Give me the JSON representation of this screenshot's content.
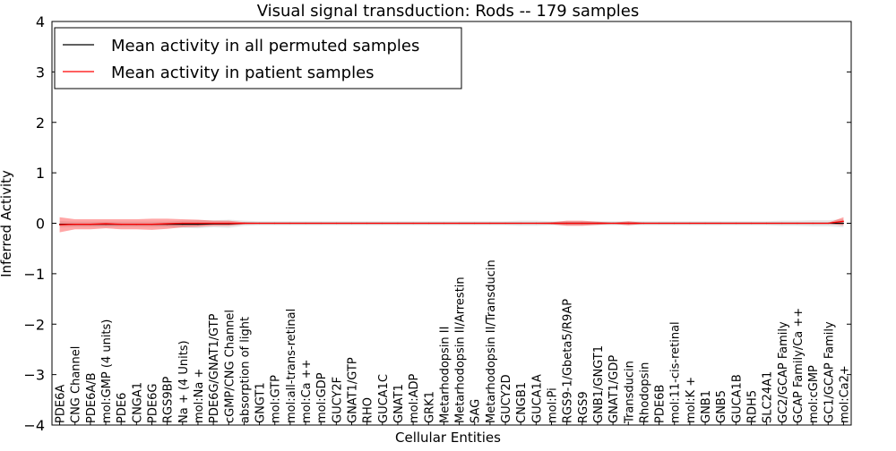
{
  "chart_data": {
    "type": "line",
    "title": "Visual signal transduction: Rods -- 179 samples",
    "xlabel": "Cellular Entities",
    "ylabel": "Inferred Activity",
    "ylim": [
      -4,
      4
    ],
    "yticks": [
      "−4",
      "−3",
      "−2",
      "−1",
      "0",
      "1",
      "2",
      "3",
      "4"
    ],
    "grid": false,
    "legend_position": "top-left",
    "categories": [
      "PDE6A",
      "CNG Channel",
      "PDE6A/B",
      "mol:GMP (4 units)",
      "PDE6",
      "CNGA1",
      "PDE6G",
      "RGS9BP",
      "Na + (4 Units)",
      "mol:Na +",
      "PDE6G/GNAT1/GTP",
      "cGMP/CNG Channel",
      "absorption of light",
      "GNGT1",
      "mol:GTP",
      "mol:all-trans-retinal",
      "mol:Ca ++",
      "mol:GDP",
      "GUCY2F",
      "GNAT1/GTP",
      "RHO",
      "GUCA1C",
      "GNAT1",
      "mol:ADP",
      "GRK1",
      "Metarhodopsin II",
      "Metarhodopsin II/Arrestin",
      "SAG",
      "Metarhodopsin II/Transducin",
      "GUCY2D",
      "CNGB1",
      "GUCA1A",
      "mol:Pi",
      "RGS9-1/Gbeta5/R9AP",
      "RGS9",
      "GNB1/GNGT1",
      "GNAT1/GDP",
      "Transducin",
      "Rhodopsin",
      "PDE6B",
      "mol:11-cis-retinal",
      "mol:K +",
      "GNB1",
      "GNB5",
      "GUCA1B",
      "RDH5",
      "SLC24A1",
      "GC2/GCAP Family",
      "GCAP Family/Ca ++",
      "mol:cGMP",
      "GC1/GCAP Family",
      "mol:Ca2+"
    ],
    "series": [
      {
        "name": "Mean activity in all permuted samples",
        "color": "#000000",
        "values": [
          -0.02,
          -0.02,
          -0.02,
          -0.02,
          -0.02,
          -0.02,
          -0.02,
          -0.02,
          -0.02,
          -0.02,
          -0.01,
          -0.01,
          0,
          0,
          0,
          0,
          0,
          0,
          0,
          0,
          0,
          0,
          0,
          0,
          0,
          0,
          0,
          0,
          0,
          0,
          0,
          0,
          0,
          0,
          0,
          0,
          0,
          0,
          0,
          0,
          0,
          0,
          0,
          0,
          0,
          0,
          0,
          0,
          0,
          0,
          0,
          0
        ],
        "spread": [
          0.06,
          0.05,
          0.05,
          0.05,
          0.05,
          0.05,
          0.05,
          0.05,
          0.07,
          0.08,
          0.07,
          0.08,
          0.05,
          0.04,
          0.04,
          0.04,
          0.04,
          0.04,
          0.04,
          0.04,
          0.04,
          0.04,
          0.04,
          0.04,
          0.04,
          0.04,
          0.04,
          0.04,
          0.04,
          0.04,
          0.05,
          0.05,
          0.04,
          0.04,
          0.04,
          0.04,
          0.04,
          0.04,
          0.04,
          0.04,
          0.04,
          0.04,
          0.04,
          0.04,
          0.04,
          0.04,
          0.04,
          0.05,
          0.05,
          0.06,
          0.06,
          0.08
        ]
      },
      {
        "name": "Mean activity in patient samples",
        "color": "#ff0000",
        "values": [
          -0.03,
          -0.02,
          -0.02,
          -0.01,
          -0.02,
          -0.02,
          -0.02,
          -0.01,
          0,
          0,
          0,
          0,
          0,
          0,
          0,
          0,
          0,
          0,
          0,
          0,
          0,
          0,
          0,
          0,
          0,
          0,
          0,
          0,
          0,
          0,
          0,
          0,
          0,
          0,
          0,
          0,
          0,
          0,
          0,
          0,
          0,
          0,
          0,
          0,
          0,
          0,
          0,
          0,
          0,
          0,
          0,
          0.04
        ],
        "spread": [
          0.15,
          0.1,
          0.1,
          0.09,
          0.1,
          0.1,
          0.11,
          0.1,
          0.08,
          0.07,
          0.05,
          0.05,
          0.02,
          0.01,
          0.01,
          0.01,
          0.01,
          0.01,
          0.01,
          0.01,
          0.01,
          0.01,
          0.01,
          0.01,
          0.01,
          0.01,
          0.01,
          0.01,
          0.01,
          0.01,
          0.01,
          0.01,
          0.02,
          0.05,
          0.05,
          0.03,
          0.01,
          0.04,
          0.01,
          0.01,
          0.01,
          0.01,
          0.01,
          0.01,
          0.01,
          0.01,
          0.01,
          0.01,
          0.01,
          0.01,
          0.01,
          0.08
        ]
      }
    ]
  }
}
